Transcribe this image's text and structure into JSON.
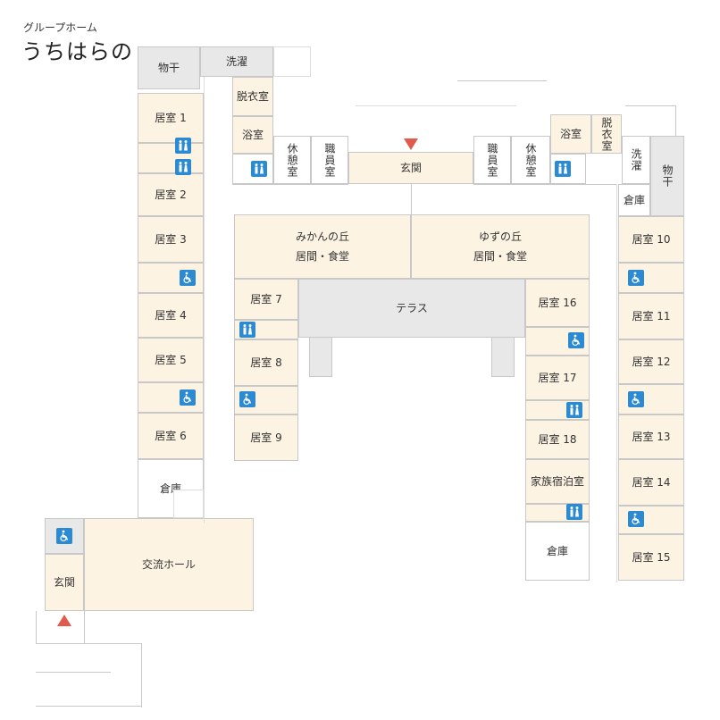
{
  "header": {
    "subtitle": "グループホーム",
    "title": "うちはらの"
  },
  "rooms": {
    "monohoshi_left": "物干",
    "sentaku_left": "洗濯",
    "datsuishitsu_left": "脱衣室",
    "yokushitsu_left": "浴室",
    "room1": "居室 1",
    "room2": "居室 2",
    "room3": "居室 3",
    "room4": "居室 4",
    "room5": "居室 5",
    "room6": "居室 6",
    "room7": "居室 7",
    "room8": "居室 8",
    "room9": "居室 9",
    "room10": "居室 10",
    "room11": "居室 11",
    "room12": "居室 12",
    "room13": "居室 13",
    "room14": "居室 14",
    "room15": "居室 15",
    "room16": "居室 16",
    "room17": "居室 17",
    "room18": "居室 18",
    "kyukeishitsu_left": "休憩室",
    "shokuinshitsu_left": "職員室",
    "genkan_center": "玄関",
    "shokuinshitsu_right": "職員室",
    "kyukeishitsu_right": "休憩室",
    "yokushitsu_right": "浴室",
    "datsuishitsu_right": "脱衣室",
    "sentaku_right": "洗濯",
    "monohoshi_right": "物干",
    "souko_right_top": "倉庫",
    "mikan_name": "みかんの丘",
    "mikan_sub": "居間・食堂",
    "yuzu_name": "ゆずの丘",
    "yuzu_sub": "居間・食堂",
    "terrace": "テラス",
    "souko_left": "倉庫",
    "koryu_hall": "交流ホール",
    "genkan_left": "玄関",
    "kazoku_shukuhaku": "家族宿泊室",
    "souko_right_bottom": "倉庫"
  },
  "colors": {
    "room_fill": "#fdf3e3",
    "utility_fill": "#e8e8e8",
    "wall": "#c8c8c8",
    "icon_blue": "#2c8ad3",
    "entrance_marker": "#e05a4e"
  },
  "icons": {
    "toilet": "restroom-icon",
    "accessible": "wheelchair-icon",
    "entrance": "entrance-triangle-icon"
  }
}
